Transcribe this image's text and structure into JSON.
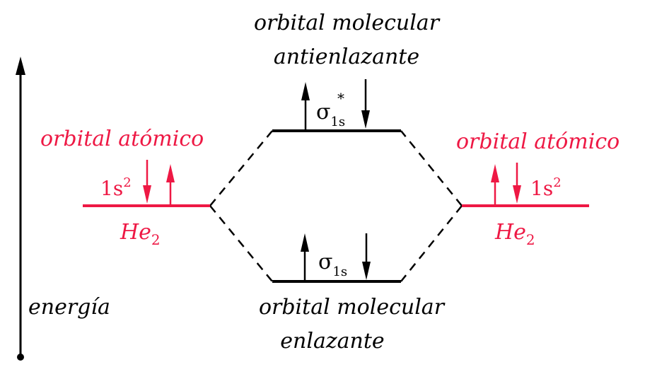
{
  "colors": {
    "atomic": "#ee1844",
    "molecular": "#000000",
    "background": "#ffffff"
  },
  "axis": {
    "label": "energía"
  },
  "left_atom": {
    "title": "orbital atómico",
    "orbital_main": "1s",
    "orbital_sup": "2",
    "species_main": "He",
    "species_sub": "2",
    "electrons": [
      "down",
      "up"
    ]
  },
  "right_atom": {
    "title": "orbital atómico",
    "orbital_main": "1s",
    "orbital_sup": "2",
    "species_main": "He",
    "species_sub": "2",
    "electrons": [
      "up",
      "down"
    ]
  },
  "antibonding": {
    "title_line1": "orbital molecular",
    "title_line2": "antienlazante",
    "symbol": "σ",
    "sub": "1s",
    "sup": "*",
    "electrons": [
      "up",
      "down"
    ]
  },
  "bonding": {
    "title_line1": "orbital molecular",
    "title_line2": "enlazante",
    "symbol": "σ",
    "sub": "1s",
    "electrons": [
      "up",
      "down"
    ]
  }
}
